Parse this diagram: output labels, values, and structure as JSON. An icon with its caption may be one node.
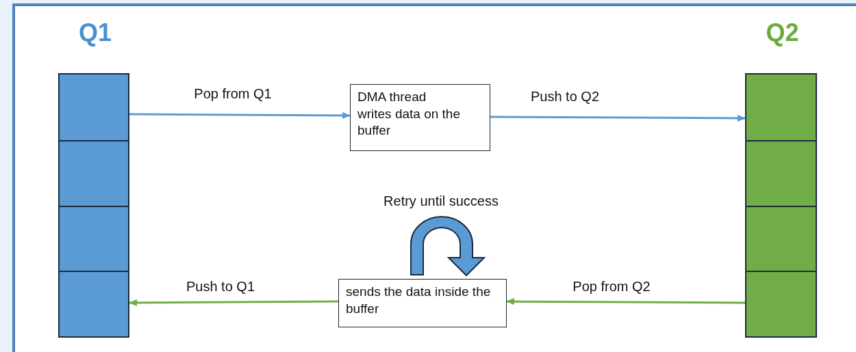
{
  "diagram": {
    "nodes": [
      {
        "text": [
          "Q1"
        ]
      },
      {
        "text": [],
        "shape": "box",
        "in": 0
      },
      {
        "text": [],
        "shape": "box",
        "in": 0
      },
      {
        "text": [],
        "shape": "box",
        "in": 0
      },
      {
        "text": [],
        "shape": "box",
        "in": 0
      },
      {
        "text": [
          "Q2"
        ]
      },
      {
        "text": [],
        "shape": "box",
        "in": 5
      },
      {
        "text": [],
        "shape": "box",
        "in": 5
      },
      {
        "text": [],
        "shape": "box",
        "in": 5
      },
      {
        "text": [],
        "shape": "box",
        "in": 5
      },
      {
        "text": [
          "DMA thread writes data on the buffer"
        ]
      },
      {
        "text": [
          "sends the data inside the buffer"
        ]
      }
    ],
    "edges": [
      {
        "from": 1,
        "to": 10,
        "arrow": "to",
        "label": "Pop from Q1",
        "color": "#5b9bd5"
      },
      {
        "from": 10,
        "to": 6,
        "arrow": "to",
        "label": "Push to Q2",
        "color": "#5b9bd5"
      },
      {
        "from": 9,
        "to": 11,
        "arrow": "to",
        "label": "Pop from Q2",
        "color": "#70ad47"
      },
      {
        "from": 11,
        "to": 4,
        "arrow": "to",
        "label": "Push to Q1",
        "color": "#70ad47"
      }
    ],
    "labels": [
      "Retry until success"
    ]
  }
}
